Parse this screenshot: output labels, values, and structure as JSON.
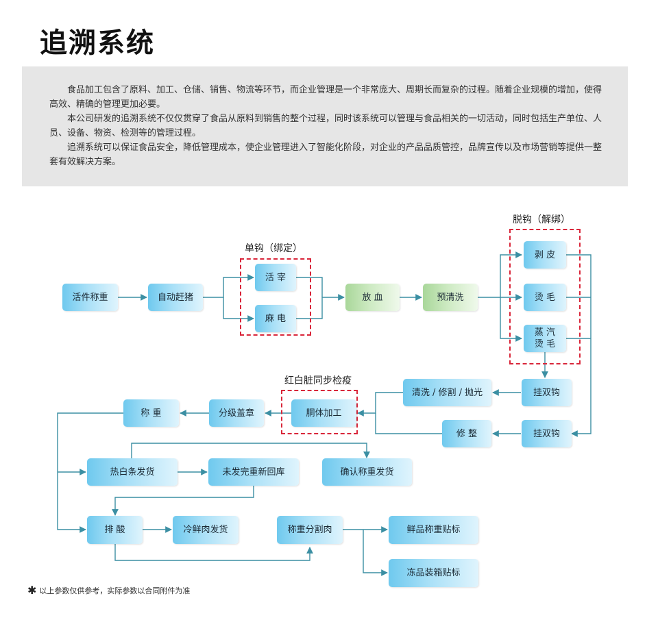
{
  "title": "追溯系统",
  "intro": {
    "paragraphs": [
      "食品加工包含了原料、加工、仓储、销售、物流等环节，而企业管理是一个非常庞大、周期长而复杂的过程。随着企业规模的增加，使得高效、精确的管理更加必要。",
      "本公司研发的追溯系统不仅仅贯穿了食品从原料到销售的整个过程，同时该系统可以管理与食品相关的一切活动，同时包括生产单位、人员、设备、物资、检测等的管理过程。",
      "追溯系统可以保证食品安全，降低管理成本，使企业管理进入了智能化阶段，对企业的产品品质管控，品牌宣传以及市场营销等提供一整套有效解决方案。"
    ]
  },
  "groups": {
    "single_hook": "单钩（绑定）",
    "unhook": "脱钩（解绑）",
    "quarantine": "红白脏同步检疫"
  },
  "nodes": {
    "live_weigh": "活件称重",
    "auto_drive": "自动赶猪",
    "live_slaughter": "活 宰",
    "stun": "麻 电",
    "bleed": "放 血",
    "prewash": "预清洗",
    "skinning": "剥 皮",
    "scald": "烫 毛",
    "steam_scald": "蒸 汽\n烫 毛",
    "double_hook_1": "挂双钩",
    "double_hook_2": "挂双钩",
    "wash_trim_polish": "清洗 / 修割 / 抛光",
    "trim": "修 整",
    "carcass": "胴体加工",
    "grade_stamp": "分级盖章",
    "weigh": "称 重",
    "hot_ship": "热白条发货",
    "unshipped_return": "未发完重新回库",
    "confirm_ship": "确认称重发货",
    "acid": "排 酸",
    "chilled_ship": "冷鲜肉发货",
    "weigh_cut": "称重分割肉",
    "fresh_label": "鲜品称重贴标",
    "frozen_label": "冻品装箱贴标"
  },
  "footnote": "以上参数仅供参考，实际参数以合同附件为准",
  "colors": {
    "node_blue": "#6fc9ee",
    "node_green": "#a9d79a",
    "line": "#3b8fa3",
    "dashed_box": "#d9263a",
    "intro_bg": "#e6e6e6"
  }
}
